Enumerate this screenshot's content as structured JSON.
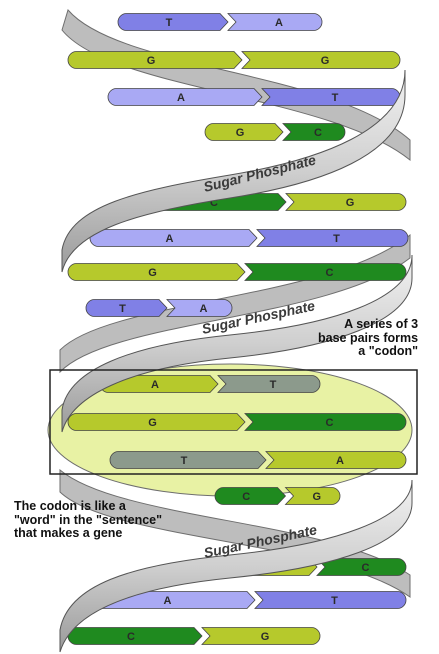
{
  "strand_label": "Sugar Phosphate",
  "annotation_codon": {
    "line1": "A series of 3",
    "line2": "base pairs forms",
    "line3": "a \"codon\""
  },
  "annotation_word": {
    "line1": "The codon is like a",
    "line2": "\"word\" in the \"sentence\"",
    "line3": "that makes a gene"
  },
  "colors": {
    "adenine": "#a9a9f4",
    "thymine": "#8080e6",
    "guanine": "#b6c92c",
    "cytosine": "#1f8a1f",
    "codon_highlight": "#e8f2a4",
    "codon_grey": "#8c9a8c",
    "backbone": "#d9d9d9"
  },
  "base_pairs": [
    {
      "left": "T",
      "right": "A"
    },
    {
      "left": "G",
      "right": "G"
    },
    {
      "left": "A",
      "right": "T"
    },
    {
      "left": "G",
      "right": "C"
    },
    {
      "left": "C",
      "right": "G"
    },
    {
      "left": "A",
      "right": "T"
    },
    {
      "left": "G",
      "right": "C"
    },
    {
      "left": "T",
      "right": "A"
    },
    {
      "left": "A",
      "right": "T"
    },
    {
      "left": "G",
      "right": "C"
    },
    {
      "left": "T",
      "right": "A"
    },
    {
      "left": "C",
      "right": "G"
    },
    {
      "left": "G",
      "right": "C"
    },
    {
      "left": "A",
      "right": "T"
    },
    {
      "left": "C",
      "right": "G"
    }
  ]
}
